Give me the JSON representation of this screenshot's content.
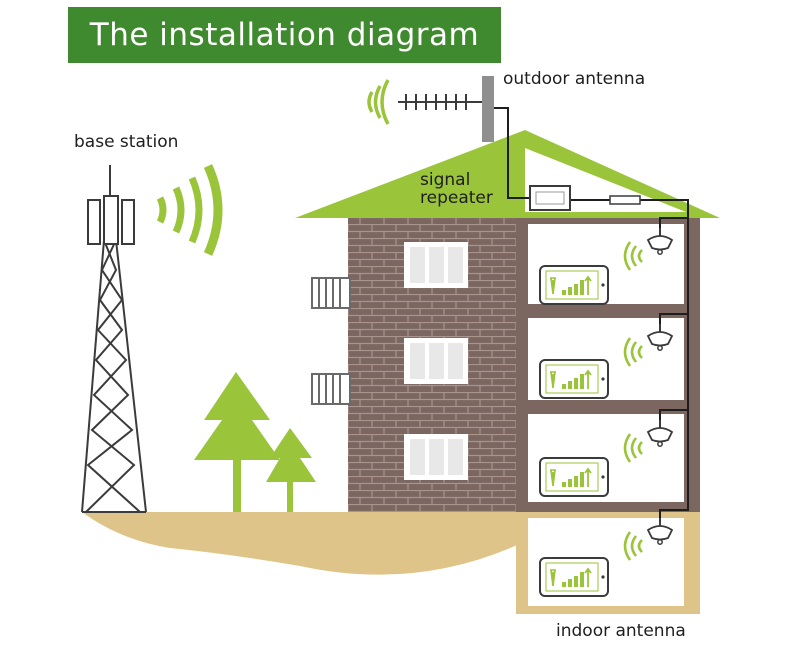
{
  "title": "The installation diagram",
  "labels": {
    "outdoor_antenna": "outdoor antenna",
    "base_station": "base station",
    "signal_repeater_line1": "signal",
    "signal_repeater_line2": "repeater",
    "indoor_antenna": "indoor antenna"
  },
  "colors": {
    "banner": "#3f8a2f",
    "accent_green": "#9ac43a",
    "brick": "#7b6660",
    "ground": "#dec488",
    "cable": "#1e1e1e"
  },
  "icons": {
    "base_station": "cell-tower-icon",
    "outdoor_antenna": "yagi-antenna-icon",
    "repeater": "repeater-box-icon",
    "indoor_antenna": "ceiling-antenna-icon",
    "phone": "phone-signal-icon",
    "tree": "tree-icon",
    "window": "window-icon",
    "balcony": "balcony-icon"
  }
}
